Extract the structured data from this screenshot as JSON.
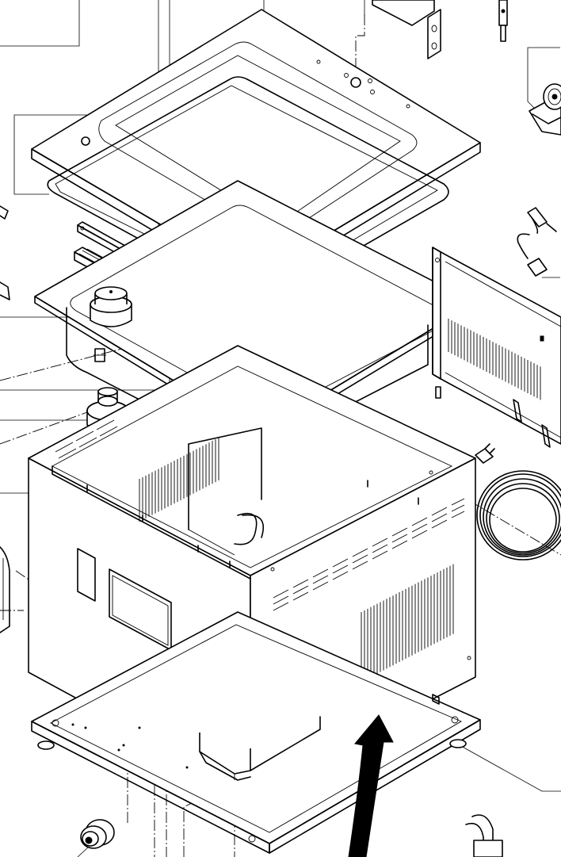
{
  "diagram": {
    "type": "exploded-assembly-view",
    "parts": [
      "lid-panel",
      "lid-gasket",
      "heater-strip",
      "mesh-strip",
      "tank",
      "float-switch-left",
      "float-switch-right",
      "valve-assembly-left",
      "valve-assembly-right",
      "cabinet-housing",
      "control-panel-cutout",
      "rear-vented-panel",
      "base-plate",
      "power-cord-coil",
      "motor",
      "sensor-wire",
      "hinge-bracket",
      "probe-rod",
      "caster-foot",
      "bottom-pipe"
    ],
    "airflow_arrow": "black-curved-arrow",
    "colors": {
      "line": "#000000",
      "background": "#ffffff"
    }
  }
}
